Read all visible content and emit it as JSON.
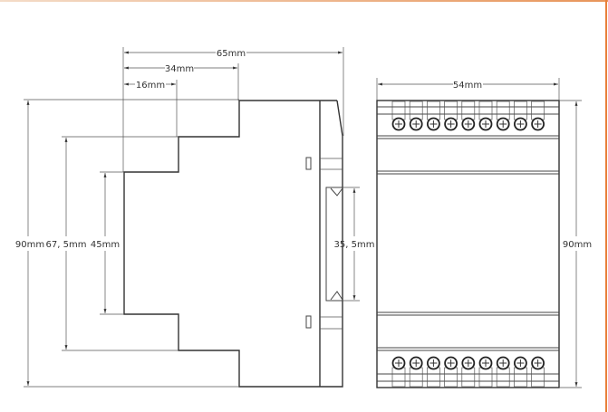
{
  "side_view": {
    "width_total": "65mm",
    "width_mid": "34mm",
    "width_front": "16mm",
    "height_total": "90mm",
    "height_mid": "67, 5mm",
    "height_front": "45mm",
    "rail_height": "35, 5mm"
  },
  "front_view": {
    "width": "54mm",
    "height": "90mm",
    "terminals_top": 9,
    "terminals_bottom": 9
  },
  "colors": {
    "border_accent": "#e8803a",
    "line": "#333333"
  }
}
